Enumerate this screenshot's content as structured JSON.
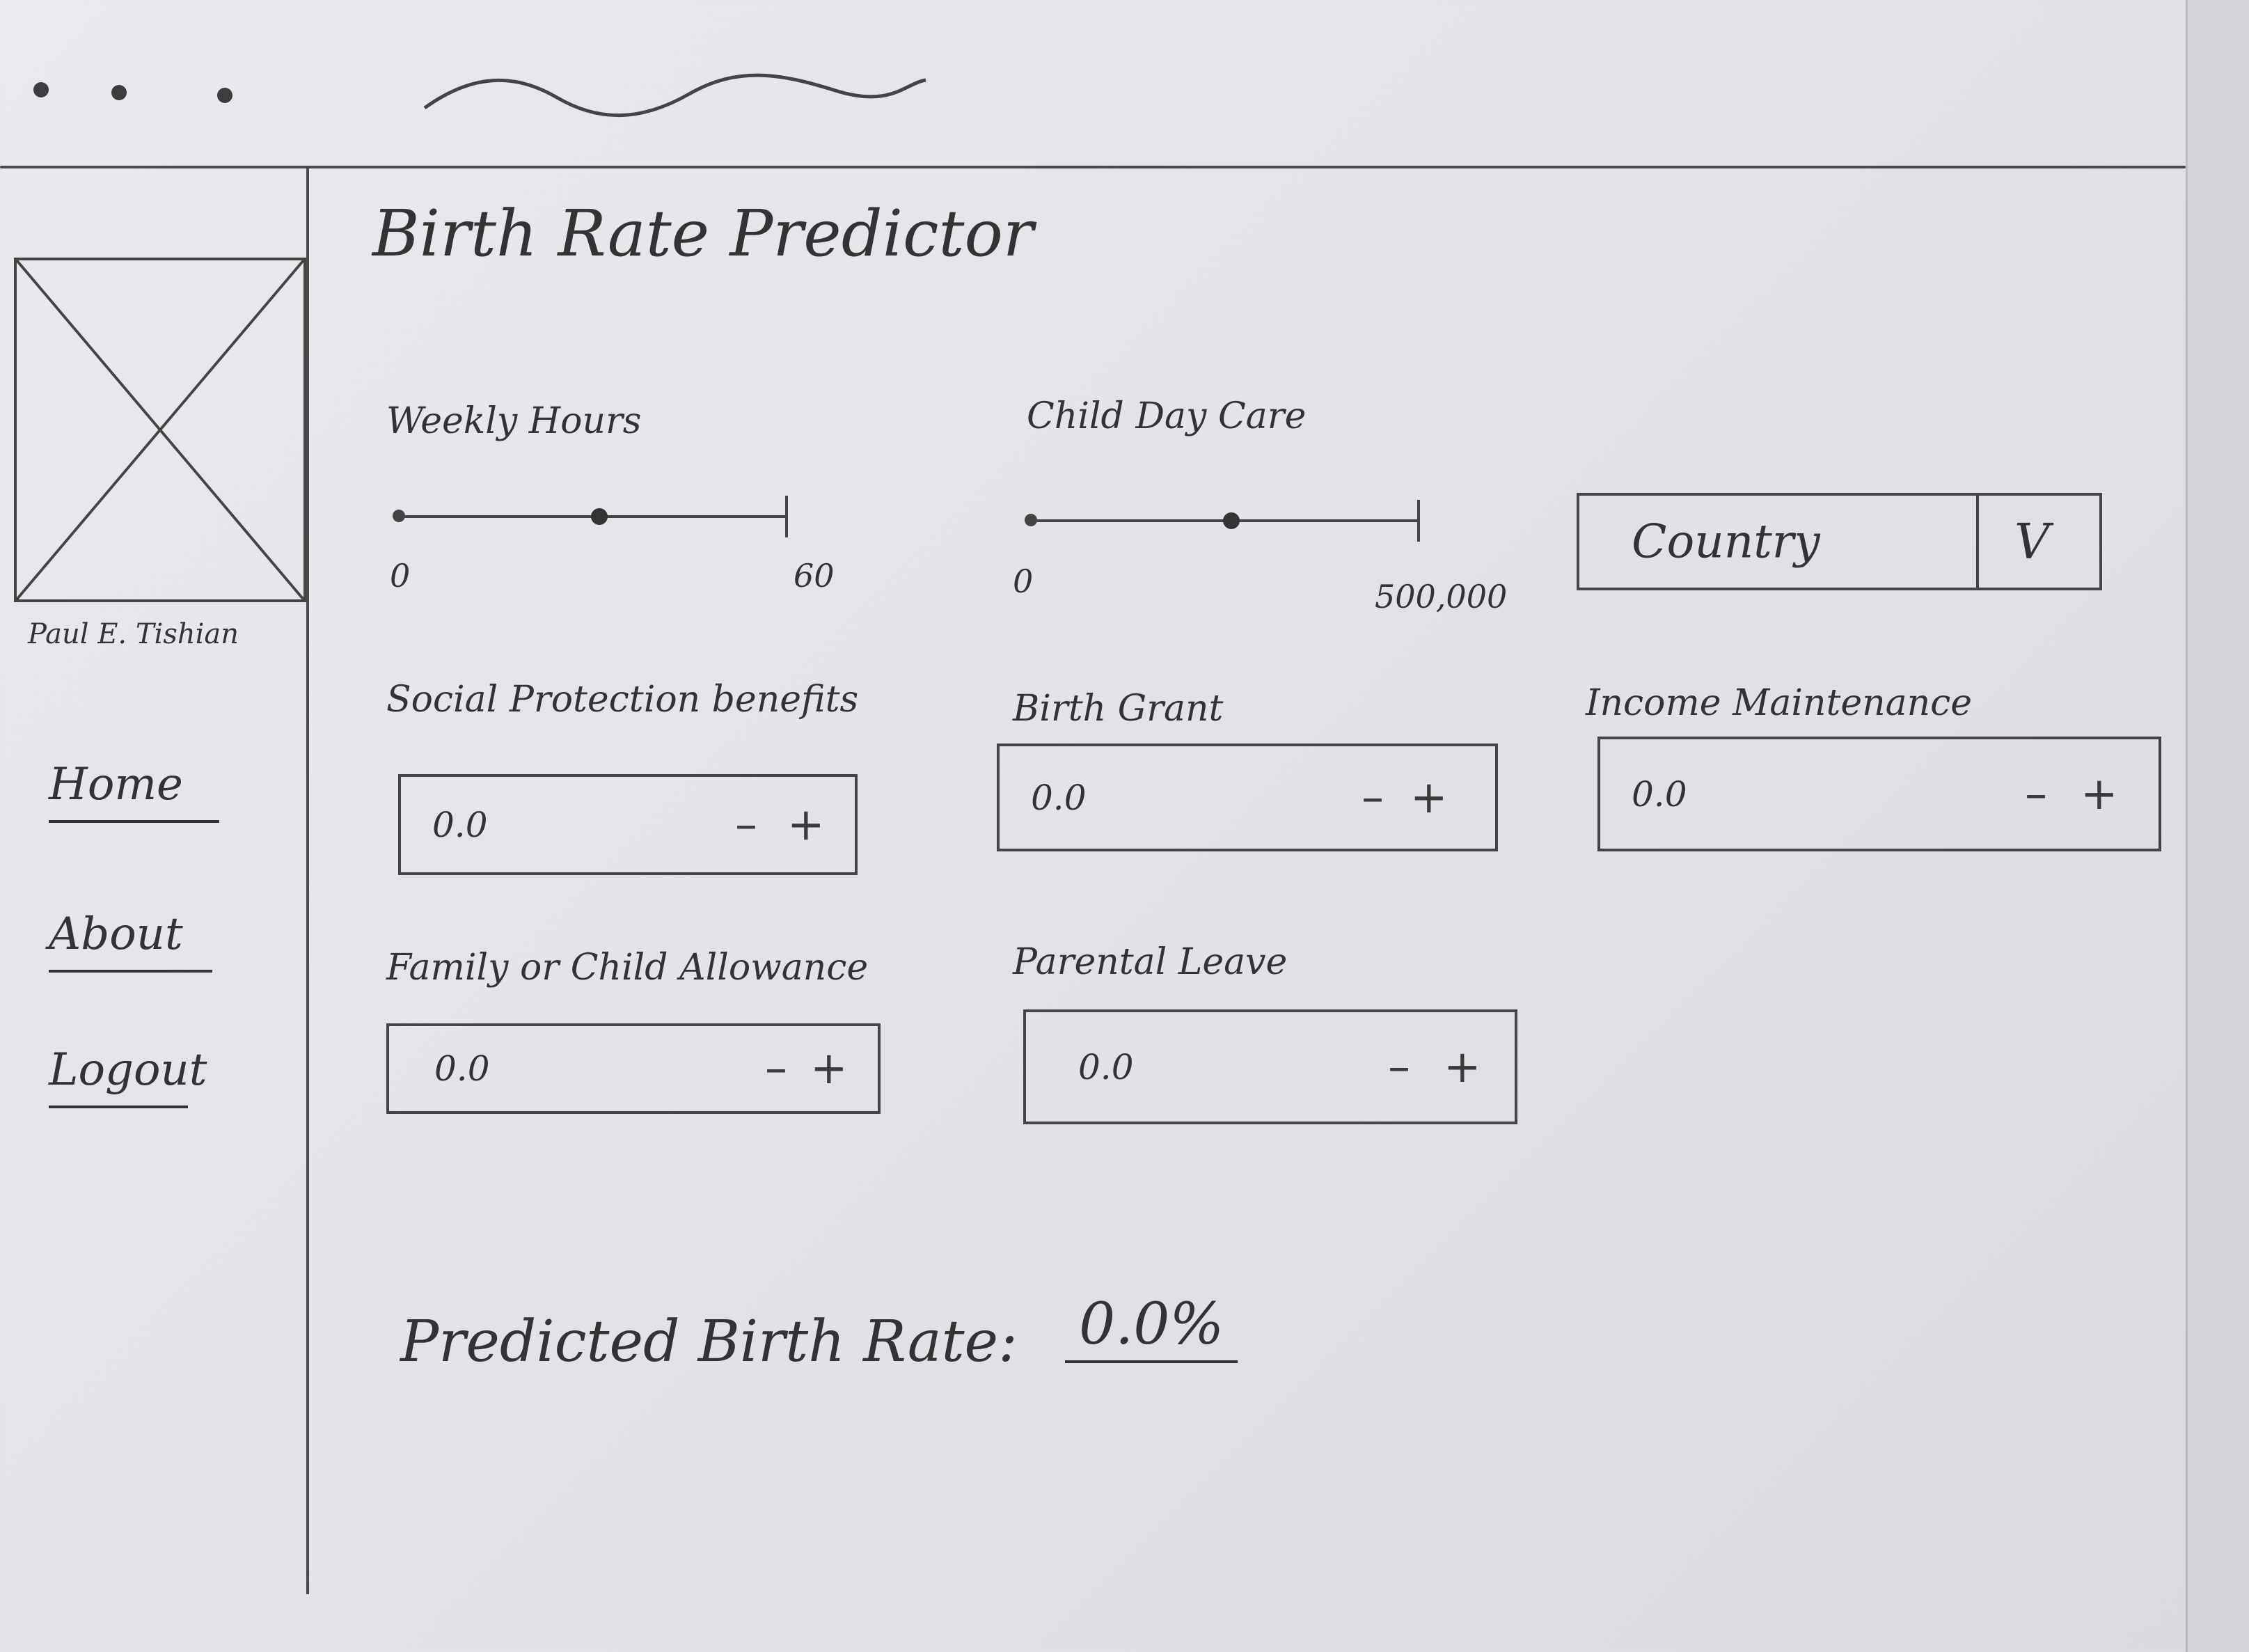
{
  "header": {
    "title_placeholder_icon": "squiggle-title-placeholder"
  },
  "sidebar": {
    "avatar_icon": "image-placeholder-icon",
    "username": "Paul E. Tishian",
    "nav": [
      {
        "label": "Home"
      },
      {
        "label": "About"
      },
      {
        "label": "Logout"
      }
    ]
  },
  "main": {
    "title": "Birth Rate Predictor",
    "weekly_hours": {
      "label": "Weekly Hours",
      "min_label": "0",
      "max_label": "60",
      "value_fraction": 0.52
    },
    "child_day_care": {
      "label": "Child Day Care",
      "min_label": "0",
      "max_label": "500,000",
      "value_fraction": 0.52
    },
    "country": {
      "placeholder": "Country",
      "chevron": "V"
    },
    "social_protection": {
      "label": "Social Protection benefits",
      "value": "0.0",
      "minus": "–",
      "plus": "+"
    },
    "birth_grant": {
      "label": "Birth Grant",
      "value": "0.0",
      "minus": "–",
      "plus": "+"
    },
    "income_maintenance": {
      "label": "Income Maintenance",
      "value": "0.0",
      "minus": "–",
      "plus": "+"
    },
    "family_allowance": {
      "label": "Family or Child Allowance",
      "value": "0.0",
      "minus": "–",
      "plus": "+"
    },
    "parental_leave": {
      "label": "Parental Leave",
      "value": "0.0",
      "minus": "–",
      "plus": "+"
    },
    "result": {
      "label": "Predicted Birth Rate:",
      "value": "0.0%"
    }
  }
}
